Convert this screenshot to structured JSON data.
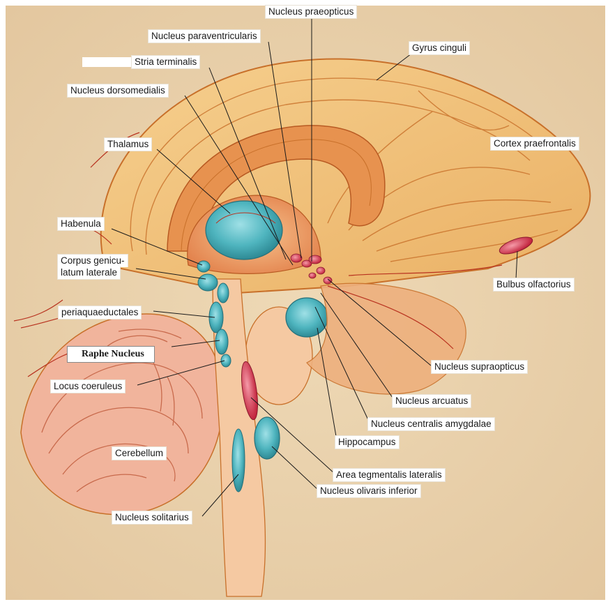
{
  "labels": {
    "nucleus_praeopticus": "Nucleus praeopticus",
    "nucleus_paraventricularis": "Nucleus paraventricularis",
    "stria_terminalis": "Stria terminalis",
    "nucleus_dorsomedialis": "Nucleus dorsomedialis",
    "thalamus": "Thalamus",
    "habenula": "Habenula",
    "corpus_geniculatum_1": "Corpus genicu-",
    "corpus_geniculatum_2": "latum laterale",
    "periaquaeductales": "periaquaeductales",
    "raphe_nucleus": "Raphe Nucleus",
    "locus_coeruleus": "Locus coeruleus",
    "cerebellum": "Cerebellum",
    "nucleus_solitarius": "Nucleus solitarius",
    "gyrus_cinguli": "Gyrus cinguli",
    "cortex_praefrontalis": "Cortex praefrontalis",
    "bulbus_olfactorius": "Bulbus olfactorius",
    "nucleus_supraopticus": "Nucleus supraopticus",
    "nucleus_arcuatus": "Nucleus arcuatus",
    "nucleus_centralis_amygdalae": "Nucleus centralis amygdalae",
    "hippocampus": "Hippocampus",
    "area_tegmentalis_lateralis": "Area tegmentalis lateralis",
    "nucleus_olivaris_inferior": "Nucleus olivaris inferior"
  },
  "colors": {
    "background": "#e9d3b1",
    "cortex": "#f2c27a",
    "cortex_edge": "#c8702a",
    "thalamus_blue": "#4fb5bf",
    "nucleus_red": "#d9304a",
    "cerebellum_pink": "#f4b9a6",
    "brainstem": "#f5c9a2",
    "vessel_red": "#b8321f",
    "leader_line": "#1a1a1a"
  }
}
